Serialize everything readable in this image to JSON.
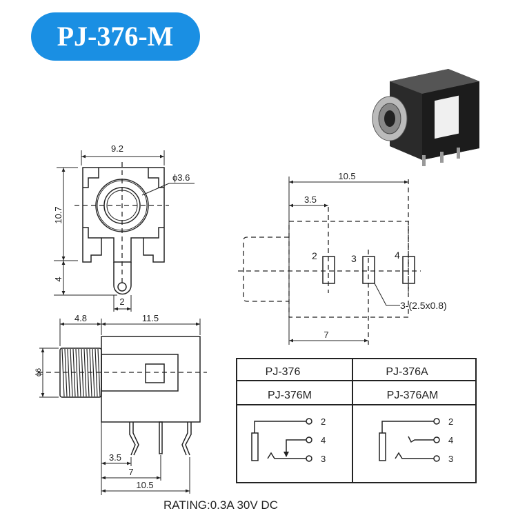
{
  "title": "PJ-376-M",
  "colors": {
    "title_bg": "#1a8fe3",
    "line": "#222222"
  },
  "front_view": {
    "width": "9.2",
    "height": "10.7",
    "hole_dia": "ϕ3.6",
    "tab_length": "4",
    "tab_width": "2"
  },
  "side_view": {
    "thread_length": "4.8",
    "body_length": "11.5",
    "thread_dia": "ϕ6",
    "pin_1": "3.5",
    "pin_2": "7",
    "pin_3": "10.5"
  },
  "footprint": {
    "overall": "10.5",
    "first_pin": "3.5",
    "mid_pin": "7",
    "pin_labels": [
      "2",
      "3",
      "4"
    ],
    "pad_note": "3-(2.5x0.8)"
  },
  "table": {
    "headers": [
      [
        "PJ-376",
        "PJ-376A"
      ],
      [
        "PJ-376M",
        "PJ-376AM"
      ]
    ],
    "terminals": [
      "2",
      "4",
      "3"
    ]
  },
  "rating": "RATING:0.3A 30V DC"
}
